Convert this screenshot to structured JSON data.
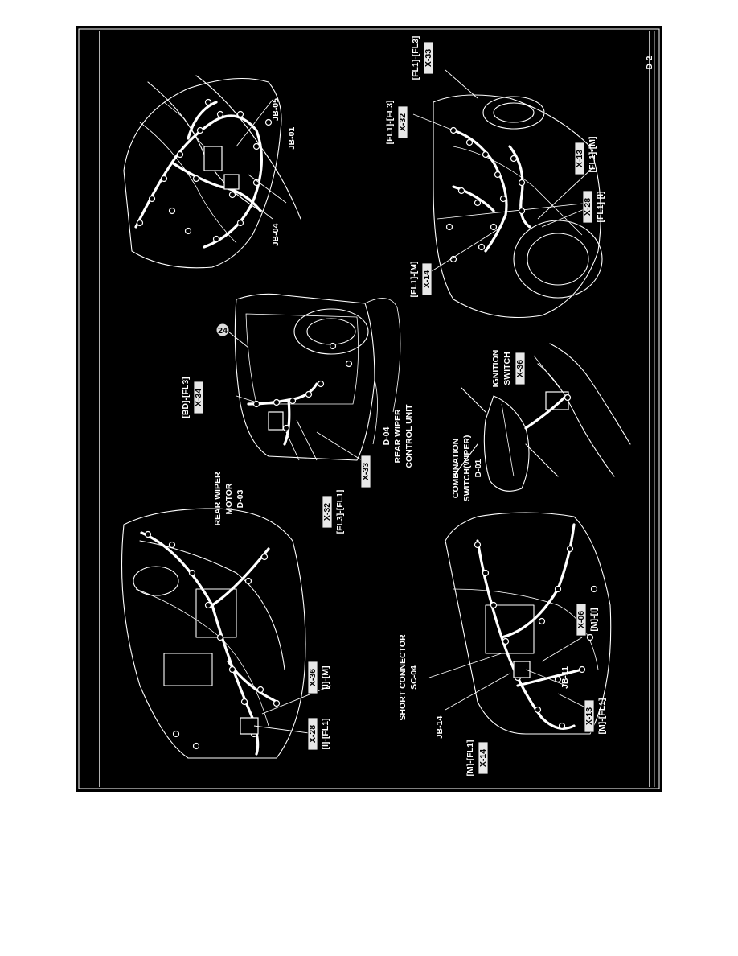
{
  "page_id": "D-2",
  "labels": {
    "jb05": "JB-05",
    "jb01": "JB-01",
    "jb04": "JB-04",
    "fl1_fl3_a": "[FL1]-[FL3]",
    "x33_a": "X-33",
    "fl1_fl3_b": "[FL1]-[FL3]",
    "x32_a": "X-32",
    "x13_a": "X-13",
    "fl1_m_a": "[FL1]-[M]",
    "x28_a": "X-28",
    "fl1_i": "[FL1]-[I]",
    "fl1_m_b": "[FL1]-[M]",
    "x14_a": "X-14",
    "bd_fl3": "[BD]-[FL3]",
    "x34": "X-34",
    "circle24": "24",
    "rear_wiper_motor_1": "REAR WIPER",
    "rear_wiper_motor_2": "MOTOR",
    "rear_wiper_motor_3": "D-03",
    "x32_b": "X-32",
    "fl3_fl1": "[FL3]-[FL1]",
    "x33_b": "X-33",
    "d04_1": "D-04",
    "d04_2": "REAR WIPER",
    "d04_3": "CONTROL UNIT",
    "combo_1": "COMBINATION",
    "combo_2": "SWITCH(WIPER)",
    "combo_3": "D-01",
    "ign_1": "IGNITION",
    "ign_2": "SWITCH",
    "x36_a": "X-36",
    "x28_b": "X-28",
    "i_fl1": "[I]-[FL1]",
    "x36_b": "X-36",
    "i_m": "[I]-[M]",
    "short_1": "SHORT CONNECTOR",
    "short_2": "SC-04",
    "jb14": "JB-14",
    "jb11": "JB-11",
    "x06": "X-06",
    "m_i": "[M]-[I]",
    "m_fl1_a": "[M]-[FL1]",
    "x14_b": "X-14",
    "x13_b": "X-13",
    "m_fl1_b": "[M]-[FL1]"
  }
}
